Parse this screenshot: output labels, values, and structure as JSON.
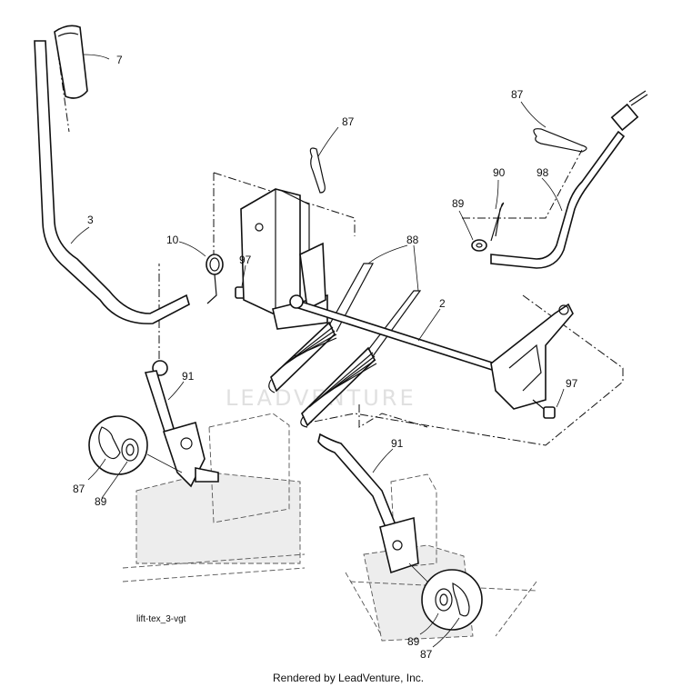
{
  "parts": [
    {
      "ref": "7"
    },
    {
      "ref": "3"
    },
    {
      "ref": "10"
    },
    {
      "ref": "97"
    },
    {
      "ref": "87"
    },
    {
      "ref": "88"
    },
    {
      "ref": "2"
    },
    {
      "ref": "90"
    },
    {
      "ref": "89"
    },
    {
      "ref": "98"
    },
    {
      "ref": "87"
    },
    {
      "ref": "91"
    },
    {
      "ref": "87"
    },
    {
      "ref": "89"
    },
    {
      "ref": "97"
    },
    {
      "ref": "91"
    },
    {
      "ref": "89"
    },
    {
      "ref": "87"
    }
  ],
  "caption": "lift-tex_3-vgt",
  "watermark": "LEADVENTURE",
  "footer": "Rendered by LeadVenture, Inc.",
  "colors": {
    "line": "#111111",
    "ghost_fill": "#ededed",
    "watermark": "#e0e0e0"
  }
}
